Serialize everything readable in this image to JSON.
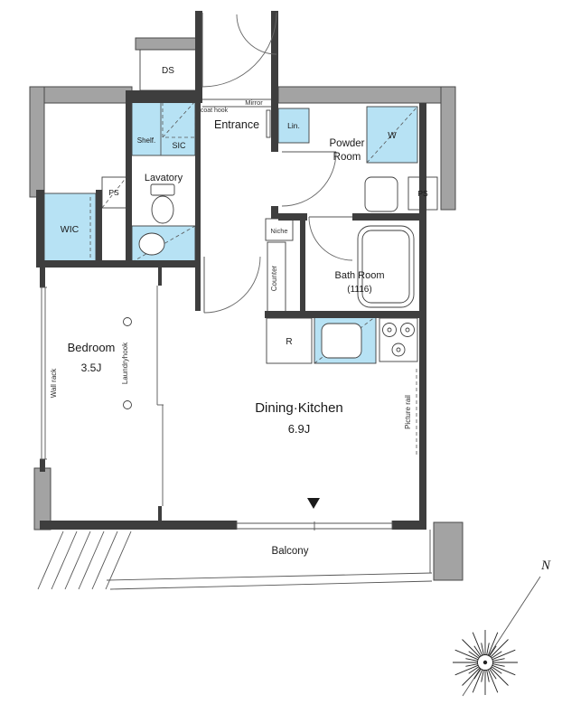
{
  "colors": {
    "wall": "#3e3e3e",
    "concrete": "#a3a3a3",
    "fixture_blue": "#b7e2f4"
  },
  "rooms": {
    "entrance": {
      "label": "Entrance"
    },
    "powder_room": {
      "line1": "Powder",
      "line2": "Room"
    },
    "lavatory": {
      "label": "Lavatory"
    },
    "bath_room": {
      "line1": "Bath Room",
      "line2": "(1116)"
    },
    "bedroom": {
      "line1": "Bedroom",
      "line2": "3.5J"
    },
    "dining_kitchen": {
      "line1": "Dining·Kitchen",
      "line2": "6.9J"
    },
    "balcony": {
      "label": "Balcony"
    },
    "wic": {
      "label": "WIC"
    },
    "sic": {
      "label": "SIC"
    }
  },
  "fixtures": {
    "ds": "DS",
    "shelf": "Shelf.",
    "coat_hook": "coat hook",
    "mirror": "Mirror",
    "lin": "Lin.",
    "washer": "W",
    "ps_left": "PS",
    "ps_right": "PS",
    "niche": "Niche",
    "counter": "Counter",
    "refrigerator": "R",
    "wall_rack": "Wall rack",
    "laundry_hook": "Laundryhook",
    "picture_rail": "Picture rail"
  },
  "compass": {
    "north": "N"
  }
}
